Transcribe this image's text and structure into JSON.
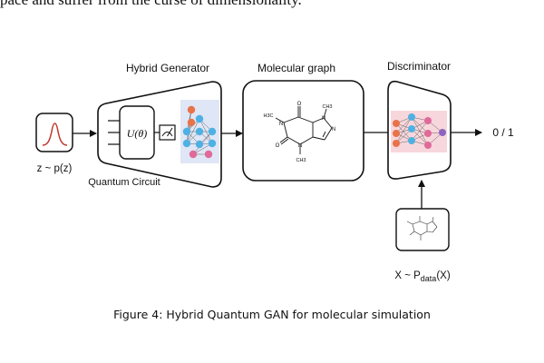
{
  "top_text": "pace and suffer from the curse of dimensionality.",
  "labels": {
    "hybrid_generator": "Hybrid Generator",
    "molecular_graph": "Molecular graph",
    "discriminator": "Discriminator",
    "output": "0 / 1",
    "noise": "z ~ p(z)",
    "quantum_circuit": "Quantum Circuit",
    "unitary": "U(θ)",
    "data_dist": "X ~ P",
    "data_sub": "data",
    "data_tail": "(X)"
  },
  "molecule": {
    "atoms": [
      "O",
      "CH3",
      "N",
      "H3C",
      "N",
      "N",
      "O",
      "N",
      "CH3"
    ]
  },
  "caption": "Figure 4: Hybrid Quantum GAN for molecular simulation",
  "colors": {
    "neuron_orange": "#e8734a",
    "neuron_blue": "#4fb1e3",
    "neuron_pink": "#e06a9a",
    "neuron_purple": "#8e63c0",
    "network_bg": "#dfe6f5",
    "disc_bg": "#f7d7dc",
    "gaussian": "#c0392b"
  }
}
